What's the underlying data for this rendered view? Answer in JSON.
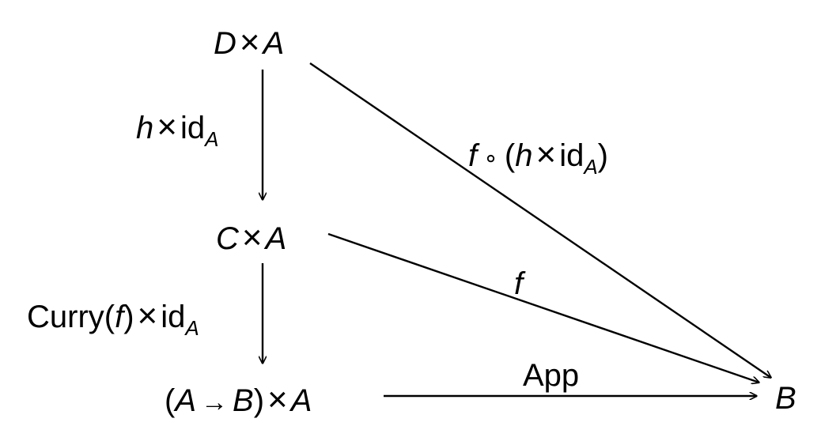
{
  "colors": {
    "ink": "#000000",
    "background": "#ffffff"
  },
  "nodes": {
    "DxA": {
      "a": "D",
      "times": "×",
      "b": "A"
    },
    "CxA": {
      "a": "C",
      "times": "×",
      "b": "A"
    },
    "FxA": {
      "open": "(",
      "a": "A",
      "arrow": "→",
      "b": "B",
      "close": ")",
      "times": "×",
      "c": "A"
    },
    "B": {
      "a": "B"
    }
  },
  "edges": {
    "h_times_id": {
      "h": "h",
      "times": "×",
      "id": "id",
      "sub": "A"
    },
    "curry_times_id": {
      "name": "Curry(",
      "f": "f",
      "close": ")",
      "times": "×",
      "id": "id",
      "sub": "A"
    },
    "f_after_h": {
      "f": "f",
      "circ": "∘",
      "open": "(",
      "h": "h",
      "times": "×",
      "id": "id",
      "sub": "A",
      "close": ")"
    },
    "f": {
      "f": "f"
    },
    "app": {
      "name": "App"
    }
  }
}
